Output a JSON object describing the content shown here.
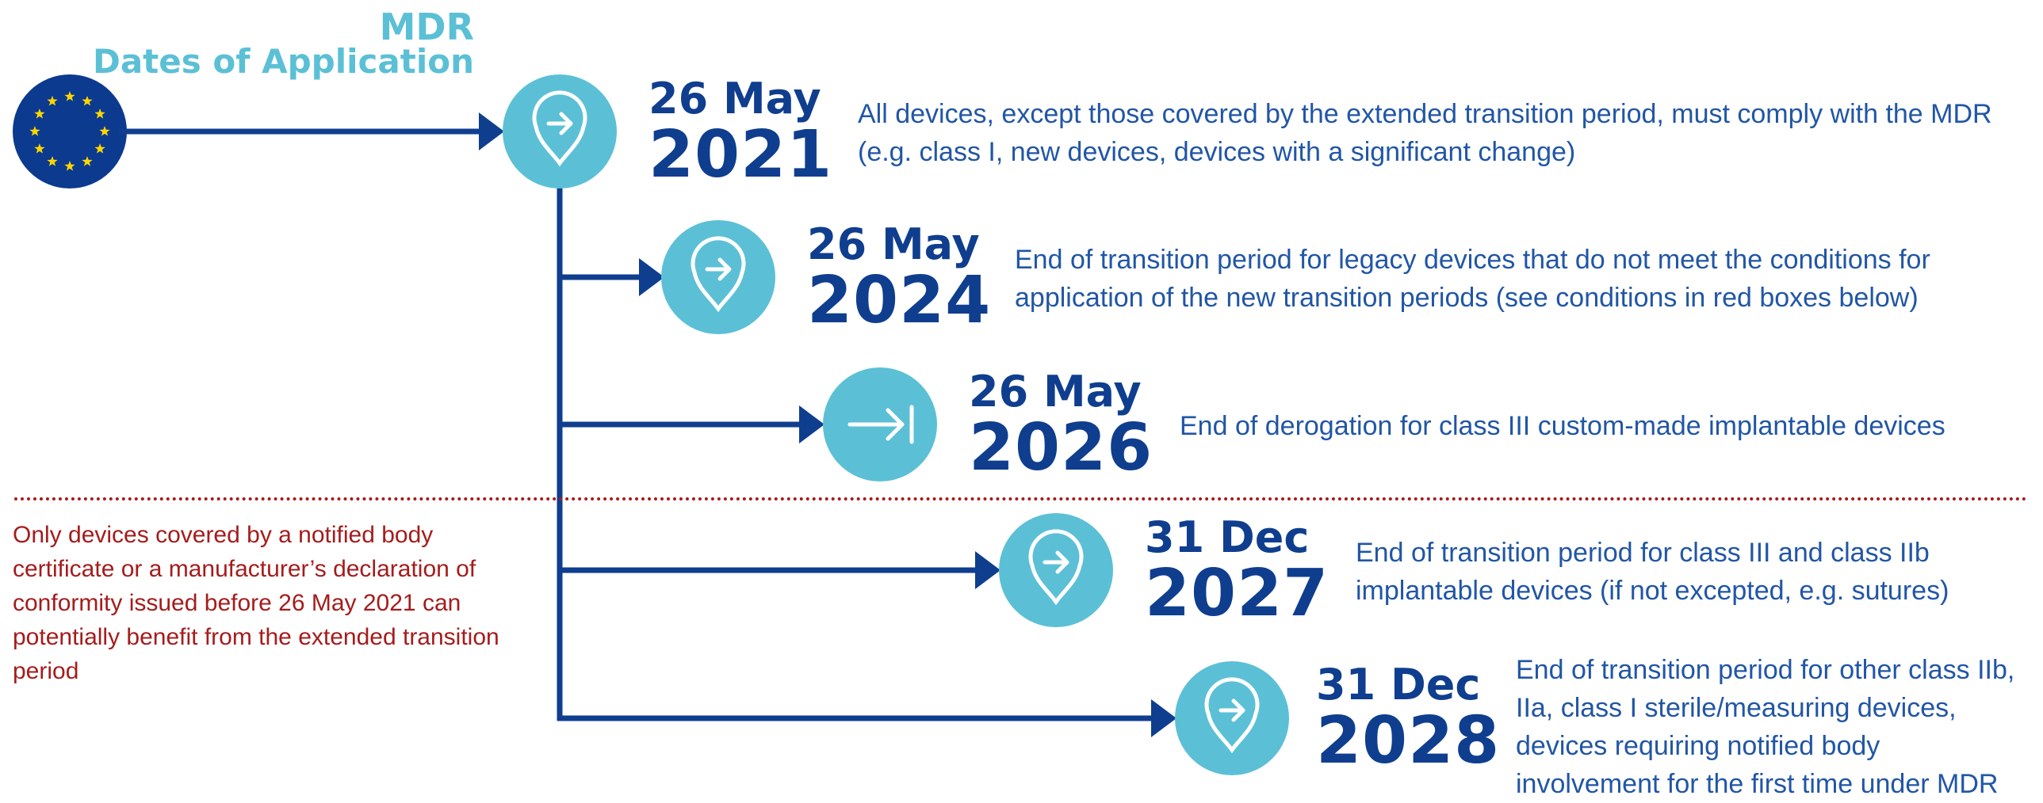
{
  "title": {
    "line1": "MDR",
    "line2": "Dates of Application"
  },
  "milestones": [
    {
      "day": "26 May",
      "year": "2021",
      "text": "All devices, except those covered by the extended transition period, must comply with the MDR (e.g. class I, new devices, devices with a significant change)",
      "icon": "arrow-pin-icon"
    },
    {
      "day": "26 May",
      "year": "2024",
      "text": "End of transition period for legacy devices that do not meet the conditions for application of the new transition periods (see conditions in red boxes below)",
      "icon": "arrow-pin-icon"
    },
    {
      "day": "26 May",
      "year": "2026",
      "text": "End of derogation for class III custom-made implantable devices",
      "icon": "arrow-to-bar-icon"
    },
    {
      "day": "31 Dec",
      "year": "2027",
      "text": "End of transition period for class III and class IIb implantable devices (if not excepted, e.g. sutures)",
      "icon": "arrow-pin-icon"
    },
    {
      "day": "31 Dec",
      "year": "2028",
      "text": "End of transition period for other class IIb, IIa, class I sterile/measuring devices, devices requiring notified body involvement for the first time under MDR",
      "icon": "arrow-pin-icon"
    }
  ],
  "note": "Only devices covered by a notified body certificate or a manufacturer’s declaration of conformity issued before 26 May 2021 can potentially benefit from the extended transition period",
  "colors": {
    "navy": "#0f3e8f",
    "teal": "#5bc0d6",
    "text_blue": "#2156a5",
    "red": "#a51c1c",
    "eu_blue": "#0b3a8f",
    "eu_star": "#ffd500"
  },
  "icons": {
    "flag": "eu-flag-icon"
  }
}
